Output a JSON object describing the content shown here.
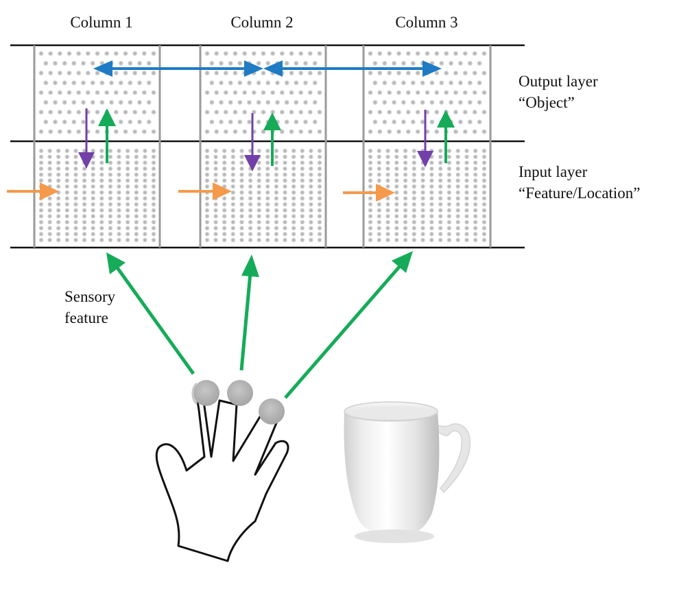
{
  "columns": [
    {
      "title": "Column 1"
    },
    {
      "title": "Column 2"
    },
    {
      "title": "Column 3"
    }
  ],
  "layers": {
    "output": {
      "line1": "Output layer",
      "line2": "“Object”"
    },
    "input": {
      "line1": "Input layer",
      "line2": "“Feature/Location”"
    }
  },
  "sensory": {
    "line1": "Sensory",
    "line2": "feature"
  },
  "colors": {
    "lateral": "#1f7bc4",
    "feedforward": "#16ab58",
    "feedback": "#7140a8",
    "location_input": "#f59a4b",
    "grid": "#9a9a9a",
    "cell_dot": "#bdbdbd",
    "rule": "#111111",
    "fingertip": "#b3b3b3"
  }
}
